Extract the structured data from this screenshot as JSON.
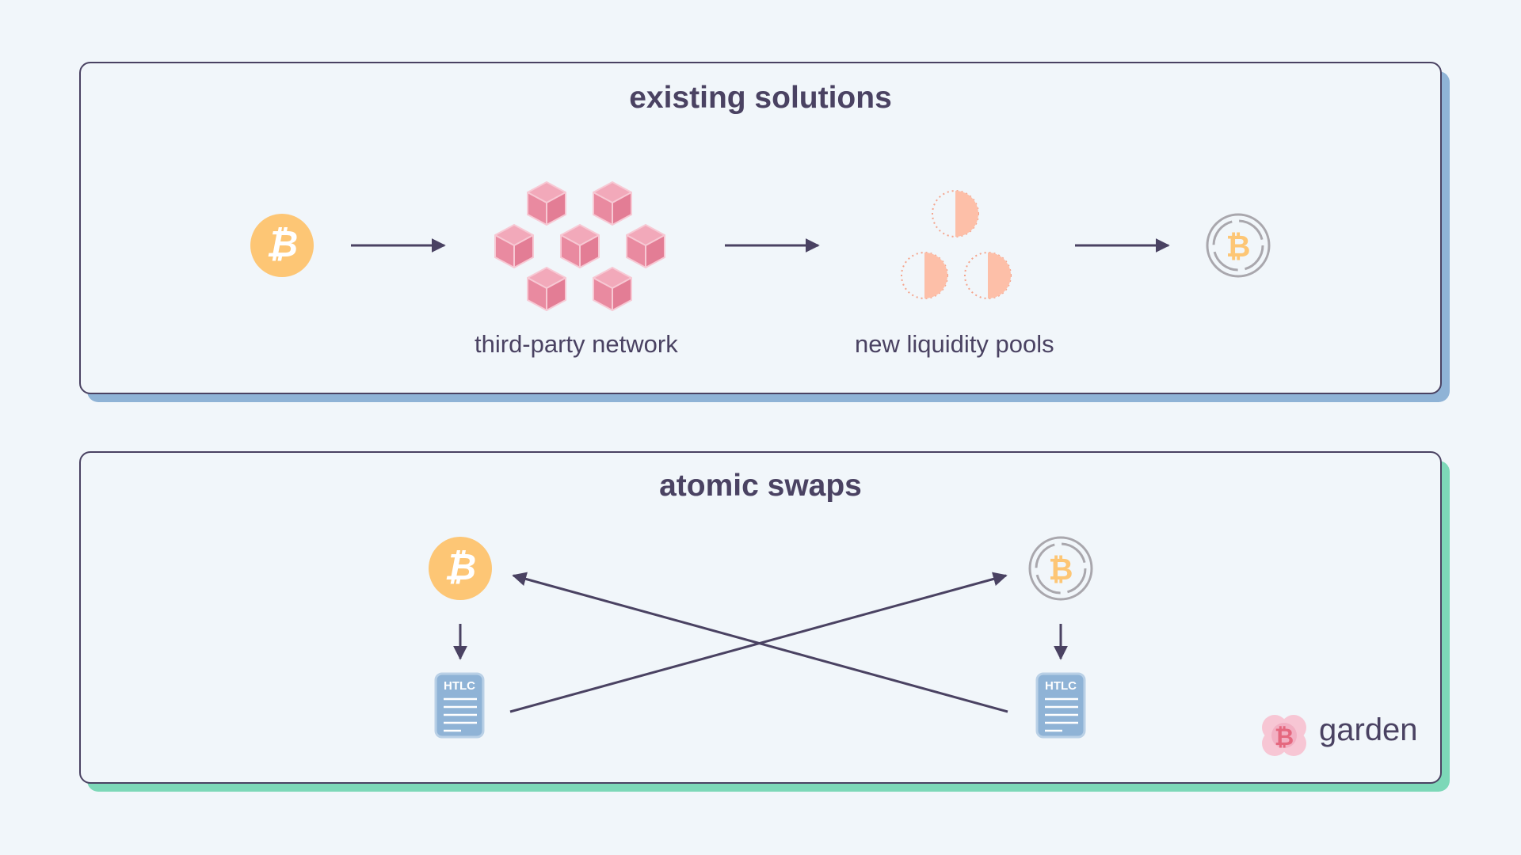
{
  "top_panel": {
    "title": "existing solutions",
    "labels": {
      "network": "third-party network",
      "pools": "new liquidity pools"
    }
  },
  "bottom_panel": {
    "title": "atomic swaps",
    "htlc_left": "HTLC",
    "htlc_right": "HTLC"
  },
  "brand": {
    "name": "garden"
  },
  "colors": {
    "background": "#F1F6FA",
    "ink": "#4A4262",
    "top_shadow": "#8FB3D6",
    "bottom_shadow": "#7DD8B8",
    "btc_orange": "#FDC675",
    "cube_pink": "#E98AA0",
    "pool_peach": "#FDBFA8",
    "htlc_blue": "#8FB3D6",
    "wrapped_gray": "#A9A7AD"
  },
  "icons": [
    "bitcoin-icon",
    "cube-icon",
    "liquidity-pool-icon",
    "wrapped-bitcoin-icon",
    "htlc-document-icon",
    "arrow-icon",
    "garden-logo-icon"
  ]
}
